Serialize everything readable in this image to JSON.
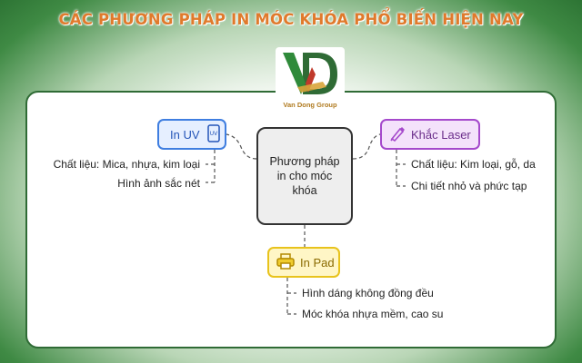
{
  "title": "CÁC PHƯƠNG PHÁP IN MÓC KHÓA PHỔ BIẾN HIỆN NAY",
  "logo": {
    "monogram": "VD",
    "text": "Van Dong Group"
  },
  "center": {
    "label": "Phương pháp in cho móc khóa"
  },
  "nodes": {
    "uv": {
      "label": "In UV",
      "icon": "uv-phone-icon",
      "color": "#3f7ee0",
      "details": [
        "Chất liệu: Mica, nhựa, kim loại",
        "Hình ảnh sắc nét"
      ]
    },
    "laser": {
      "label": "Khắc Laser",
      "icon": "laser-pen-icon",
      "color": "#a549cc",
      "details": [
        "Chất liệu: Kim loại, gỗ, da",
        "Chi tiết nhỏ và phức tạp"
      ]
    },
    "pad": {
      "label": "In Pad",
      "icon": "printer-icon",
      "color": "#e8c31c",
      "details": [
        "Hình dáng không đồng đều",
        "Móc khóa nhựa mềm, cao su"
      ]
    }
  },
  "colors": {
    "title": "#e07a2c",
    "frame": "#2f6b35",
    "background": "#3f8a44"
  }
}
